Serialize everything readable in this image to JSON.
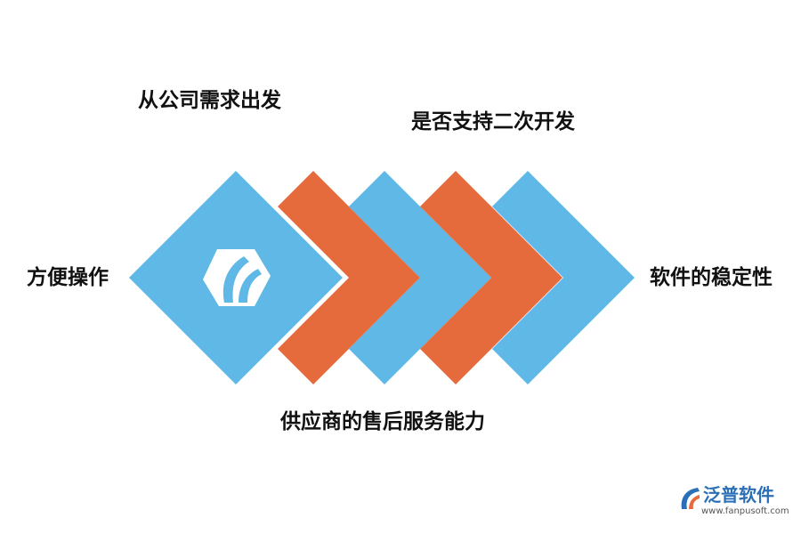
{
  "colors": {
    "blue": "#5fb8e6",
    "orange": "#e56a3c",
    "white": "#ffffff"
  },
  "labels": {
    "left": "方便操作",
    "top_left": "从公司需求出发",
    "top_right": "是否支持二次开发",
    "right": "软件的稳定性",
    "bottom": "供应商的售后服务能力"
  },
  "icons": {
    "center": "fanpu-logo-icon"
  },
  "watermark": {
    "name": "泛普软件",
    "url": "www.fanpusoft.com"
  }
}
